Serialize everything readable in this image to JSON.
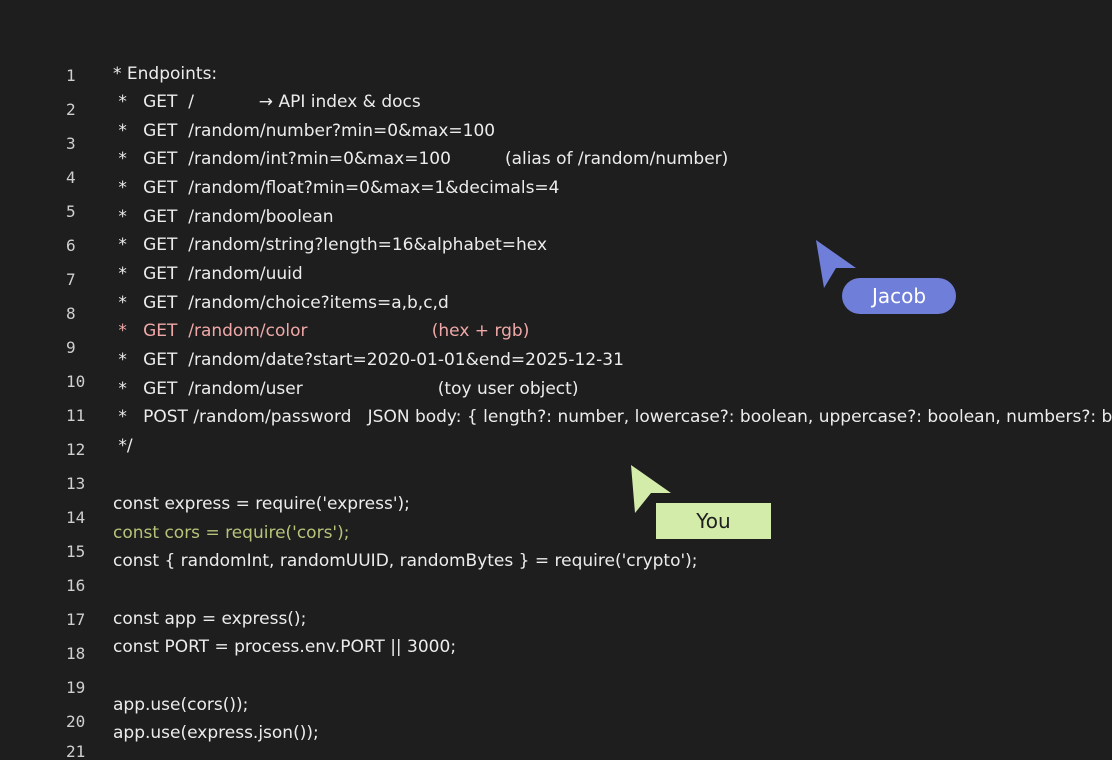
{
  "colors": {
    "background": "#1e1e1e",
    "text": "#ececec",
    "gutter": "#cfcfcf",
    "jacob_line": "#f0a8a8",
    "you_line": "#b5c47a",
    "jacob_cursor": "#6f7fd9",
    "you_cursor": "#d4ecaa"
  },
  "gutter": [
    "1",
    "2",
    "3",
    "4",
    "5",
    "6",
    "7",
    "8",
    "9",
    "10",
    "11",
    "12",
    "13",
    "14",
    "15",
    "16",
    "17",
    "18",
    "19",
    "20",
    "21"
  ],
  "code": [
    "* Endpoints:",
    " *   GET  /            → API index & docs",
    " *   GET  /random/number?min=0&max=100",
    " *   GET  /random/int?min=0&max=100          (alias of /random/number)",
    " *   GET  /random/float?min=0&max=1&decimals=4",
    " *   GET  /random/boolean",
    " *   GET  /random/string?length=16&alphabet=hex",
    " *   GET  /random/uuid",
    " *   GET  /random/choice?items=a,b,c,d",
    " *   GET  /random/color                       (hex + rgb)",
    " *   GET  /random/date?start=2020-01-01&end=2025-12-31",
    " *   GET  /random/user                         (toy user object)",
    " *   POST /random/password   JSON body: { length?: number, lowercase?: boolean, uppercase?: boolean, numbers?: boo",
    " */",
    "const express = require('express');",
    "const cors = require('cors');",
    "const { randomInt, randomUUID, randomBytes } = require('crypto');",
    "const app = express();",
    "const PORT = process.env.PORT || 3000;",
    "app.use(cors());",
    "app.use(express.json());"
  ],
  "cursors": {
    "jacob": "Jacob",
    "you": "You"
  }
}
